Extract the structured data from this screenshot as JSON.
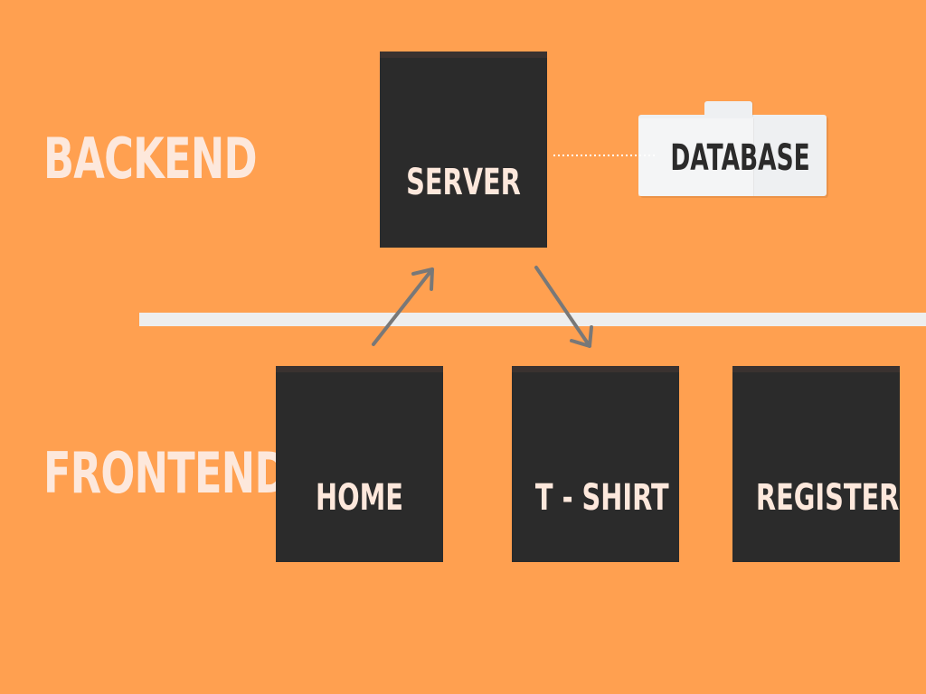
{
  "colors": {
    "background": "#ffa050",
    "node_fill": "#2b2b2b",
    "node_text": "#fde8dc",
    "section_text": "#fde8dc",
    "divider": "#eeeeee",
    "database_fill": "#eef0f2",
    "database_text": "#2b2b2b",
    "arrow": "#787878",
    "connector": "#ffffff"
  },
  "sections": {
    "backend": "BACKEND",
    "frontend": "FRONTEND"
  },
  "nodes": {
    "server": "SERVER",
    "database": "DATABASE",
    "home": "HOME",
    "tshirt": "T - SHIRT",
    "register": "REGISTER"
  },
  "icons": {
    "arrow_up": "arrow-icon",
    "arrow_down": "arrow-icon",
    "database": "folder-icon"
  }
}
